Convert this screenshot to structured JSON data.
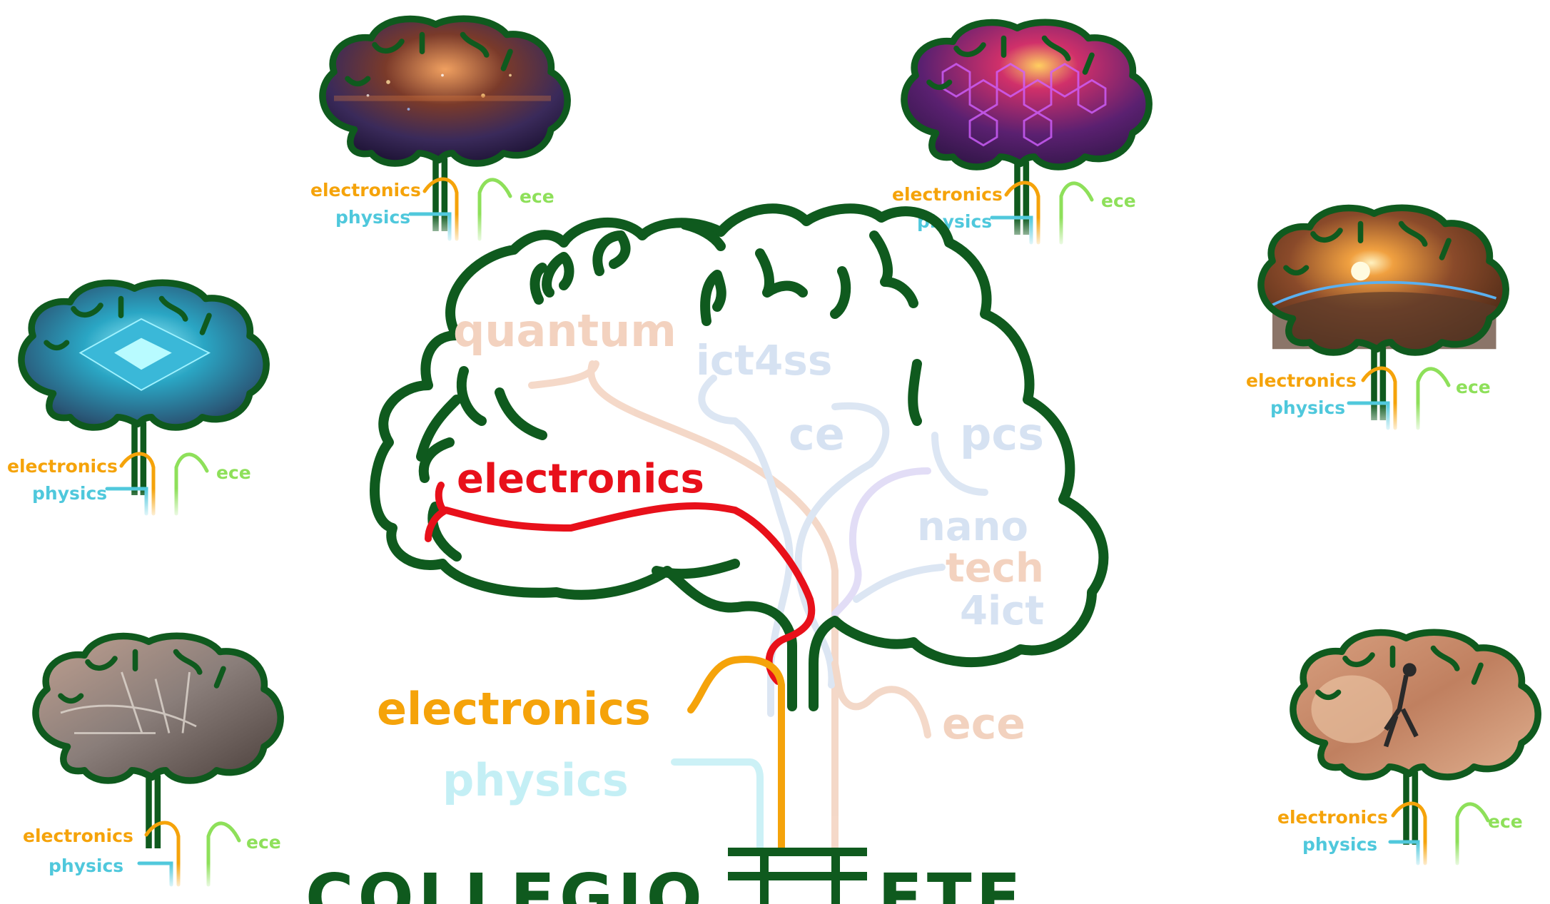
{
  "center": {
    "labels": {
      "quantum": "quantum",
      "ict4ss": "ict4ss",
      "ce": "ce",
      "pcs": "pcs",
      "nano": "nano",
      "tech": "tech",
      "ict4": "4ict",
      "electronics_highlight": "electronics",
      "electronics_root": "electronics",
      "physics_root": "physics",
      "ece_root": "ece"
    },
    "colors": {
      "tree": "#0f5a1e",
      "highlight": "#e8101a",
      "electronics": "#f5a30a",
      "physics": "#c4eff5",
      "quantum": "#f3d2bf",
      "ict": "#d6e2f2",
      "ece": "#f2d2bf",
      "nano": "#ddd8f5"
    }
  },
  "logo": {
    "left_word": "COLLEGIO",
    "right_word": "ETF"
  },
  "small_trees": [
    {
      "id": "tree-top-left",
      "theme": "starfield",
      "electronics": "electronics",
      "physics": "physics",
      "ece": "ece"
    },
    {
      "id": "tree-top-right",
      "theme": "hexagon-grid",
      "electronics": "electronics",
      "physics": "physics",
      "ece": "ece"
    },
    {
      "id": "tree-mid-left",
      "theme": "microchip",
      "electronics": "electronics",
      "physics": "physics",
      "ece": "ece"
    },
    {
      "id": "tree-mid-right",
      "theme": "earth-sunrise",
      "electronics": "electronics",
      "physics": "physics",
      "ece": "ece"
    },
    {
      "id": "tree-bottom-left",
      "theme": "robot-hand",
      "electronics": "electronics",
      "physics": "physics",
      "ece": "ece"
    },
    {
      "id": "tree-bottom-right",
      "theme": "exoskeleton-walker",
      "electronics": "electronics",
      "physics": "physics",
      "ece": "ece"
    }
  ],
  "small_colors": {
    "electronics": "#f5a30a",
    "physics": "#4fc8dc",
    "ece": "#8ee05a"
  }
}
